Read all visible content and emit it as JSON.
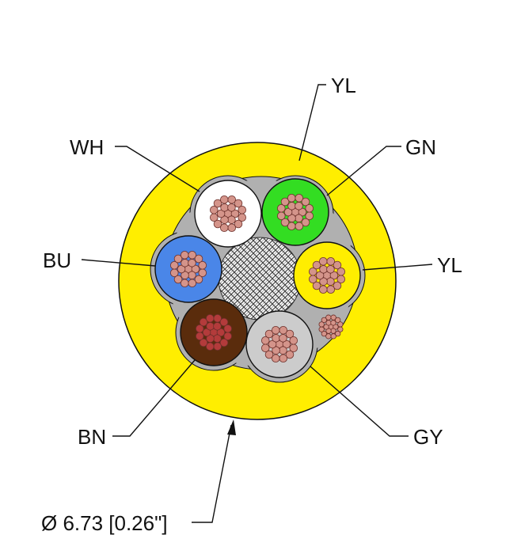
{
  "labels": {
    "outer_jacket": "YL",
    "white": "WH",
    "green": "GN",
    "blue": "BU",
    "yellow": "YL",
    "brown": "BN",
    "gray": "GY"
  },
  "dimension": "Ø 6.73 [0.26\"]",
  "colors": {
    "jacket": "#ffee00",
    "white": "#ffffff",
    "green": "#33dd22",
    "blue": "#4a86e8",
    "yellow": "#ffee00",
    "brown": "#5a2c0c",
    "gray": "#cccccc",
    "copper": "#d4948a",
    "inner_sheath": "#aaaaaa"
  }
}
